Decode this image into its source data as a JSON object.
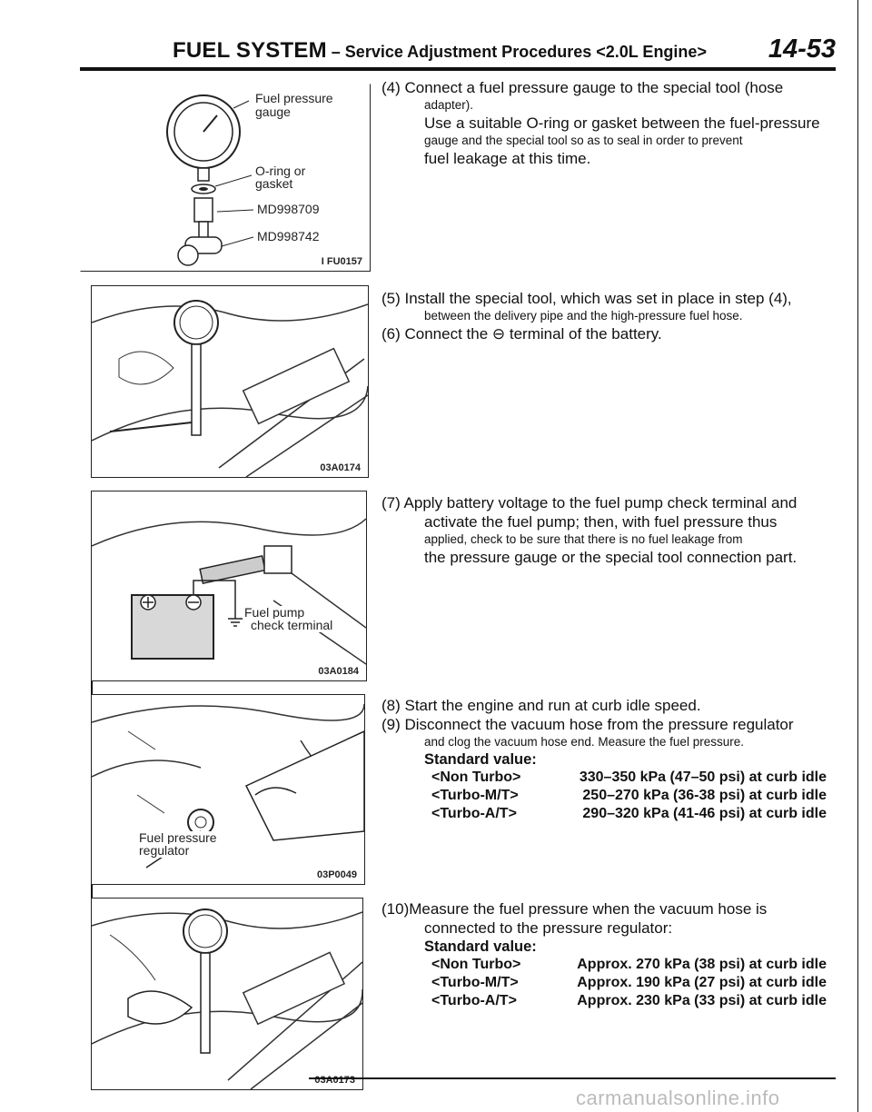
{
  "header": {
    "title": "FUEL SYSTEM",
    "dash": " – ",
    "subtitle": "Service Adjustment Procedures <2.0L Engine>",
    "page_number": "14-53"
  },
  "figures": {
    "fig1": {
      "labels": [
        "Fuel pressure",
        "gauge",
        "O-ring or",
        "gasket",
        "MD998709",
        "MD998742"
      ],
      "code": "I FU0157"
    },
    "fig2": {
      "code": "03A0174"
    },
    "fig3": {
      "labels": [
        "Fuel pump",
        "check terminal"
      ],
      "code": "03A0184"
    },
    "fig4": {
      "labels": [
        "Fuel pressure",
        "regulator"
      ],
      "code": "03P0049"
    },
    "fig5": {
      "code": "03A0173"
    }
  },
  "steps": {
    "s4": {
      "line1": "(4) Connect a fuel pressure gauge to the special tool (hose",
      "line2": "adapter).",
      "line3": "Use a suitable O-ring or gasket between the fuel-pressure",
      "line4": "gauge and the special tool so as to seal in order to prevent",
      "line5": "fuel leakage at this time."
    },
    "s5": {
      "line1": "(5) Install the special tool, which was set in place in step (4),",
      "line2": "between the delivery pipe and the high-pressure fuel hose."
    },
    "s6": {
      "line1": "(6) Connect the ⊖ terminal of the battery."
    },
    "s7": {
      "line1": "(7) Apply battery voltage to the fuel pump check terminal and",
      "line2": "activate the fuel pump; then, with fuel pressure thus",
      "line3": "applied, check to be sure that there is no fuel leakage from",
      "line4": "the pressure gauge or the special tool connection part."
    },
    "s8": {
      "line1": "(8) Start the engine and run at curb idle speed."
    },
    "s9": {
      "line1": "(9) Disconnect the vacuum hose from the pressure regulator",
      "line2": "and clog the vacuum hose end. Measure the fuel pressure.",
      "standard": "Standard value:",
      "rows": [
        {
          "model": "<Non Turbo>",
          "value": "330–350 kPa (47–50 psi) at curb idle"
        },
        {
          "model": "<Turbo-M/T>",
          "value": "250–270 kPa (36-38 psi) at curb idle"
        },
        {
          "model": "<Turbo-A/T>",
          "value": "290–320 kPa (41-46 psi) at curb idle"
        }
      ]
    },
    "s10": {
      "line1": "(10)Measure the fuel pressure when the vacuum hose is",
      "line2": "connected to the pressure regulator:",
      "standard": "Standard value:",
      "rows": [
        {
          "model": "<Non Turbo>",
          "value": "Approx. 270 kPa (38 psi) at curb idle"
        },
        {
          "model": "<Turbo-M/T>",
          "value": "Approx. 190 kPa (27 psi) at curb idle"
        },
        {
          "model": "<Turbo-A/T>",
          "value": "Approx. 230 kPa (33 psi) at curb idle"
        }
      ]
    }
  },
  "watermark": "carmanualsonline.info"
}
